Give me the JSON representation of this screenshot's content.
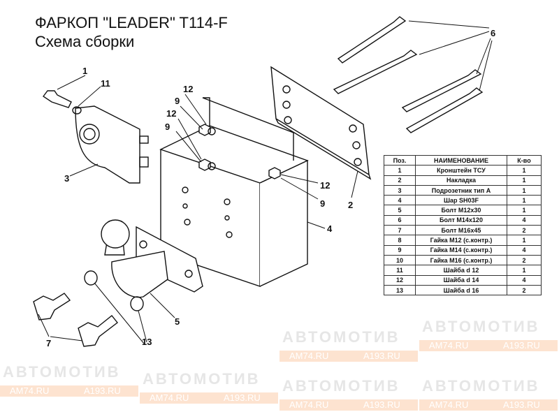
{
  "header": {
    "title": "ФАРКОП \"LEADER\" T114-F",
    "subtitle": "Схема сборки"
  },
  "watermark": {
    "brand": "АВТОМОТИВ",
    "site1": "AM74.RU",
    "site2": "A193.RU",
    "bar_color": "#fde3d0"
  },
  "callouts": [
    "1",
    "2",
    "3",
    "4",
    "5",
    "6",
    "7",
    "9",
    "9",
    "9",
    "11",
    "12",
    "12",
    "12",
    "13"
  ],
  "parts_table": {
    "headers": [
      "Поз.",
      "НАИМЕНОВАНИЕ",
      "К-во"
    ],
    "rows": [
      [
        "1",
        "Кронштейн ТСУ",
        "1"
      ],
      [
        "2",
        "Накладка",
        "1"
      ],
      [
        "3",
        "Подрозетник тип А",
        "1"
      ],
      [
        "4",
        "Шар SH03F",
        "1"
      ],
      [
        "5",
        "Болт М12х30",
        "1"
      ],
      [
        "6",
        "Болт М14х120",
        "4"
      ],
      [
        "7",
        "Болт М16х45",
        "2"
      ],
      [
        "8",
        "Гайка  М12 (с.контр.)",
        "1"
      ],
      [
        "9",
        "Гайка М14 (с.контр.)",
        "4"
      ],
      [
        "10",
        "Гайка  М16 (с.контр.)",
        "2"
      ],
      [
        "11",
        "Шайба d 12",
        "1"
      ],
      [
        "12",
        "Шайба d 14",
        "4"
      ],
      [
        "13",
        "Шайба d 16",
        "2"
      ]
    ]
  }
}
